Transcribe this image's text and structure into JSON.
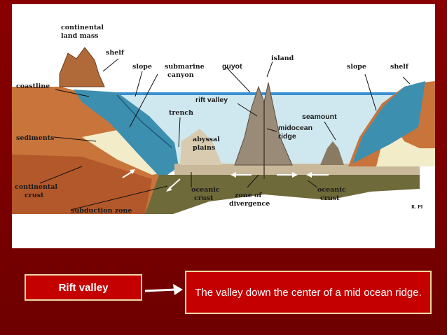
{
  "diagram": {
    "labels": {
      "continental_land_mass_1": "continental",
      "continental_land_mass_2": "land mass",
      "shelf_left": "shelf",
      "slope_left": "slope",
      "submarine_canyon_1": "submarine",
      "submarine_canyon_2": "canyon",
      "guyot": "guyot",
      "island": "island",
      "slope_right": "slope",
      "shelf_right": "shelf",
      "coastline": "coastline",
      "rift_valley": "rift valley",
      "trench": "trench",
      "seamount": "seamount",
      "midocean_ridge_1": "midocean",
      "midocean_ridge_2": "ridge",
      "abyssal_plains_1": "abyssal",
      "abyssal_plains_2": "plains",
      "sediments": "sediments",
      "continental_crust_1": "continental",
      "continental_crust_2": "crust",
      "oceanic_crust_left_1": "oceanic",
      "oceanic_crust_left_2": "crust",
      "zone_of_divergence_1": "zone of",
      "zone_of_divergence_2": "divergence",
      "oceanic_crust_right_1": "oceanic",
      "oceanic_crust_right_2": "crust",
      "subduction_zone": "subduction zone",
      "credit": "R. PI"
    },
    "colors": {
      "water": "#cfe8f0",
      "water_surface": "#3a8fd0",
      "slope_blue": "#3d8fb0",
      "continental_crust": "#c8743a",
      "oceanic_crust": "#6f6a3a",
      "sediment": "#f3ecc8",
      "abyssal_floor": "#c9b99a",
      "ridge": "#9a8a78"
    }
  },
  "term": "Rift valley",
  "definition": "The valley down the center of a mid ocean ridge."
}
